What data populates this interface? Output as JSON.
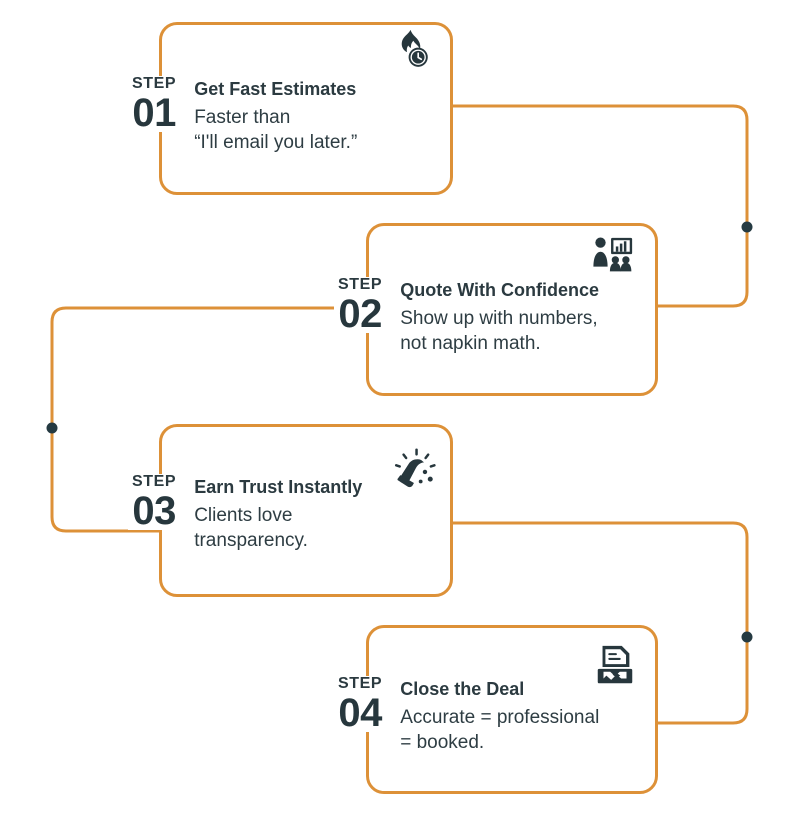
{
  "theme": {
    "accent": "#dd9138",
    "text_dark": "#2b3a40",
    "number_dark": "#27373d",
    "background": "#ffffff",
    "dot_color": "#253a42"
  },
  "steps": [
    {
      "step_label": "STEP",
      "number": "01",
      "title": "Get Fast Estimates",
      "description": "Faster than\n“I'll email you later.”",
      "icon": "fire-clock-icon"
    },
    {
      "step_label": "STEP",
      "number": "02",
      "title": "Quote With Confidence",
      "description": "Show up with numbers,\nnot napkin math.",
      "icon": "presentation-audience-icon"
    },
    {
      "step_label": "STEP",
      "number": "03",
      "title": "Earn Trust Instantly",
      "description": "Clients love\ntransparency.",
      "icon": "confetti-popper-icon"
    },
    {
      "step_label": "STEP",
      "number": "04",
      "title": "Close the Deal",
      "description": "Accurate = professional\n= booked.",
      "icon": "document-handshake-icon"
    }
  ],
  "connectors": [
    {
      "name": "connector-step1-to-step2",
      "from": "01",
      "to": "02",
      "side": "right",
      "marker_dot": true
    },
    {
      "name": "connector-step2-to-step3",
      "from": "02",
      "to": "03",
      "side": "left",
      "marker_dot": true
    },
    {
      "name": "connector-step3-to-step4",
      "from": "03",
      "to": "04",
      "side": "right",
      "marker_dot": true
    }
  ]
}
